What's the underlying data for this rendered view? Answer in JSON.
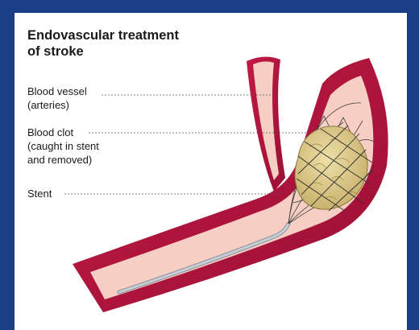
{
  "title": [
    "Endovascular treatment",
    "of stroke"
  ],
  "labels": {
    "blood_vessel": [
      "Blood vessel",
      "(arteries)"
    ],
    "blood_clot": [
      "Blood clot",
      "(caught in stent",
      "and removed)"
    ],
    "stent": [
      "Stent"
    ]
  },
  "colors": {
    "frame": "#1b3f86",
    "vessel_wall": "#b3163c",
    "vessel_lumen": "#f6cec4",
    "clot": "#d9c88e",
    "catheter": "#bcc3cc"
  }
}
